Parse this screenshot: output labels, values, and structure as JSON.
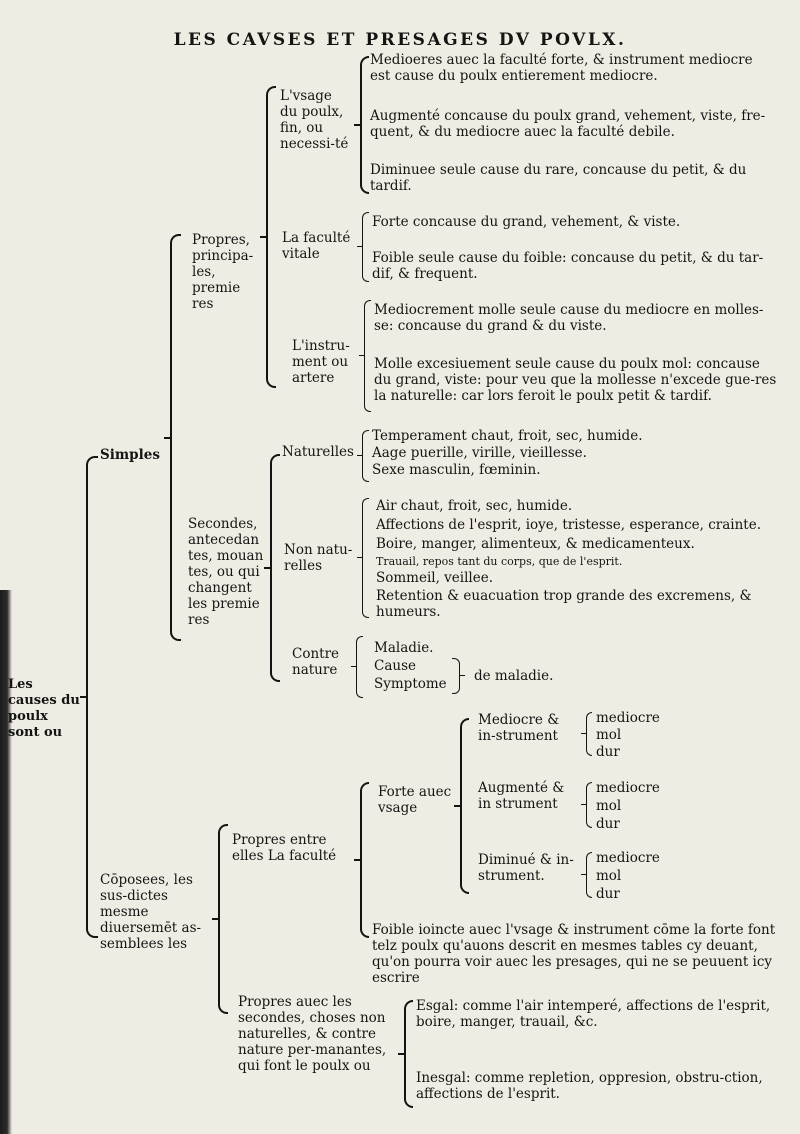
{
  "header": {
    "title": "LES CAVSES ET PRESAGES DV POVLX."
  },
  "root": {
    "label": "Les causes du poulx sont ou"
  },
  "simples": {
    "label": "Simples",
    "propres": {
      "label": "Propres, principa-les, premie res",
      "usage": {
        "label": "L'vsage du poulx, fin, ou necessi-té",
        "items": [
          "Medioeres auec la faculté forte, & instrument mediocre est cause du poulx entierement mediocre.",
          "Augmenté concause du poulx grand, vehement, viste, fre-quent, & du mediocre auec la faculté debile.",
          "Diminuee seule cause du rare, concause du petit, & du tardif."
        ]
      },
      "faculte": {
        "label": "La faculté vitale",
        "items": [
          "Forte concause du grand, vehement, & viste.",
          "Foible seule cause du foible: concause du petit, & du tar-dif, & frequent."
        ]
      },
      "instrument": {
        "label": "L'instru-ment ou artere",
        "items": [
          "Mediocrement molle seule cause du mediocre en molles-se: concause du grand & du viste.",
          "Molle excesiuement seule cause du poulx mol: concause du grand, viste: pour veu que la mollesse n'excede gue-res la naturelle: car lors feroit le poulx petit & tardif."
        ]
      }
    },
    "secondes": {
      "label": "Secondes, antecedan tes, mouan tes, ou qui changent les premie res",
      "naturelles": {
        "label": "Naturelles",
        "items": [
          "Temperament chaut, froit, sec, humide.",
          "Aage puerille, virille, vieillesse.",
          "Sexe masculin, fœminin."
        ]
      },
      "non_naturelles": {
        "label": "Non natu-relles",
        "items": [
          "Air chaut, froit, sec, humide.",
          "Affections de l'esprit, ioye, tristesse, esperance, crainte.",
          "Boire, manger, alimenteux, & medicamenteux.",
          "Trauail, repos tant du corps, que de l'esprit.",
          "Sommeil, veillee.",
          "Retention & euacuation trop grande des excremens, & humeurs."
        ]
      },
      "contre_nature": {
        "label": "Contre nature",
        "items": [
          "Maladie.",
          "Cause",
          "Symptome"
        ],
        "joined": "de maladie."
      }
    }
  },
  "composees": {
    "label": "Cōposees, les sus-dictes mesme diuersemēt as-semblees les",
    "propres_entre_elles": {
      "label": "Propres entre elles La faculté",
      "forte": {
        "label": "Forte auec vsage",
        "groups": [
          {
            "label": "Mediocre & in-strument",
            "items": [
              "mediocre",
              "mol",
              "dur"
            ]
          },
          {
            "label": "Augmenté & in strument",
            "items": [
              "mediocre",
              "mol",
              "dur"
            ]
          },
          {
            "label": "Diminué & in-strument.",
            "items": [
              "mediocre",
              "mol",
              "dur"
            ]
          }
        ]
      },
      "foible": "Foible ioincte auec l'vsage & instrument cōme la forte font telz poulx qu'auons descrit en mesmes tables cy deuant, qu'on pourra voir auec les presages, qui ne se peuuent icy escrire"
    },
    "propres_auec_secondes": {
      "label": "Propres auec les secondes, choses non naturelles, & contre nature per-manantes, qui font le poulx ou",
      "items": [
        "Esgal: comme l'air intemperé, affections de l'esprit, boire, manger, trauail, &c.",
        "Inesgal: comme repletion, oppresion, obstru-ction, affections de l'esprit."
      ]
    }
  }
}
